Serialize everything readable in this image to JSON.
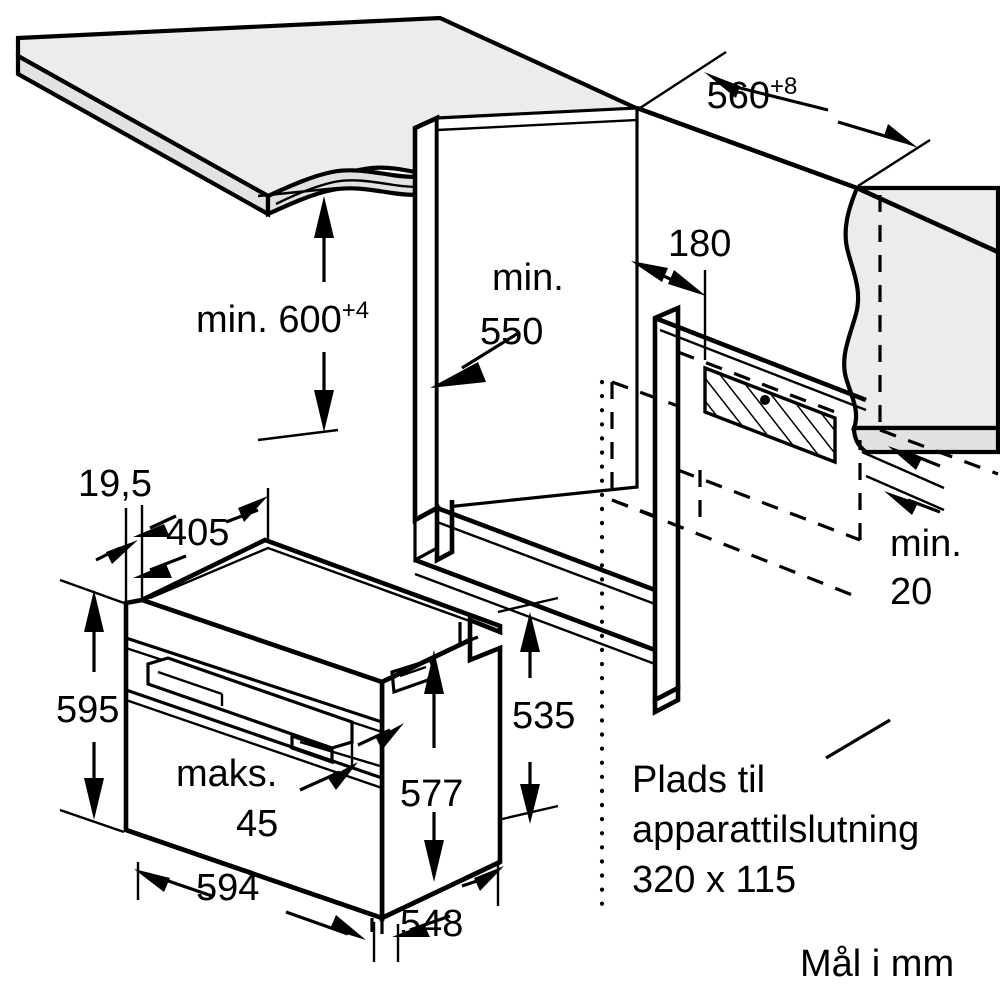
{
  "diagram": {
    "title": "Built-in oven installation dimensions",
    "units_note": "Mål i mm",
    "colors": {
      "line": "#000000",
      "panel_fill": "#ececec",
      "background": "#ffffff"
    },
    "dimensions": {
      "niche_depth": {
        "value": "560",
        "tolerance": "+8",
        "label": "560"
      },
      "niche_height": {
        "prefix": "min.",
        "value": "600",
        "tolerance": "+4",
        "label": "min. 600"
      },
      "niche_width": {
        "prefix": "min.",
        "value": "550",
        "label": "min. 550"
      },
      "socket_offset": {
        "value": "180",
        "label": "180"
      },
      "rear_gap": {
        "prefix": "min.",
        "value": "20",
        "label": "min. 20"
      },
      "trim_depth": {
        "value": "19,5",
        "label": "19,5"
      },
      "top_depth": {
        "value": "405",
        "label": "405"
      },
      "appliance_height": {
        "value": "595",
        "label": "595"
      },
      "door_gap": {
        "prefix": "maks.",
        "value": "45",
        "label": "maks. 45"
      },
      "body_height": {
        "value": "577",
        "label": "577"
      },
      "body_depth_rear": {
        "value": "535",
        "label": "535"
      },
      "appliance_width": {
        "value": "594",
        "label": "594"
      },
      "appliance_depth": {
        "value": "548",
        "label": "548"
      }
    },
    "notes": {
      "connection_space_line1": "Plads til",
      "connection_space_line2": "apparattilslutning",
      "connection_space_line3": "320 x 115"
    }
  }
}
